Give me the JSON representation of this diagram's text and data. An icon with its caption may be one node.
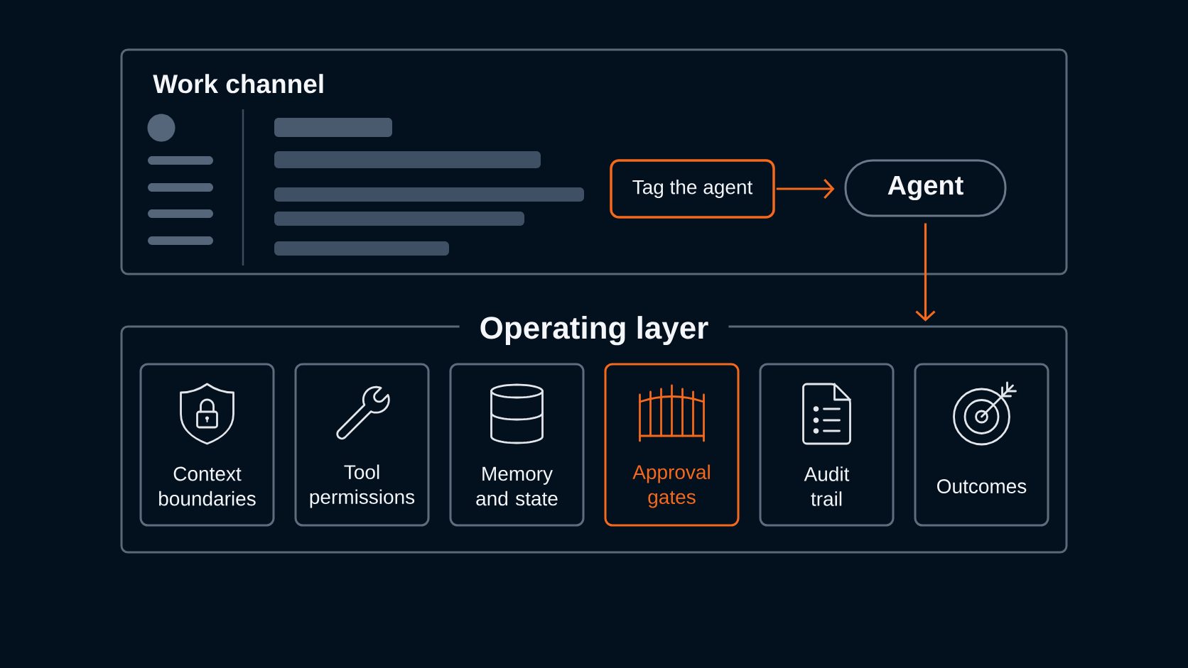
{
  "diagram": {
    "nodes": [
      {
        "text": [
          "Work channel"
        ]
      },
      {
        "text": [
          "Tag the agent"
        ],
        "in": 0
      },
      {
        "text": [
          "Agent"
        ],
        "in": 0
      },
      {
        "text": [
          "Operating layer"
        ]
      },
      {
        "text": [
          "Context boundaries"
        ],
        "in": 3
      },
      {
        "text": [
          "Tool permissions"
        ],
        "in": 3
      },
      {
        "text": [
          "Memory and state"
        ],
        "in": 3
      },
      {
        "text": [
          "Approval gates"
        ],
        "in": 3
      },
      {
        "text": [
          "Audit trail"
        ],
        "in": 3
      },
      {
        "text": [
          "Outcomes"
        ],
        "in": 3
      }
    ],
    "edges": [
      {
        "from": 1,
        "to": 2,
        "arrow": "to"
      },
      {
        "from": 2,
        "to": 3,
        "arrow": "to"
      }
    ]
  }
}
